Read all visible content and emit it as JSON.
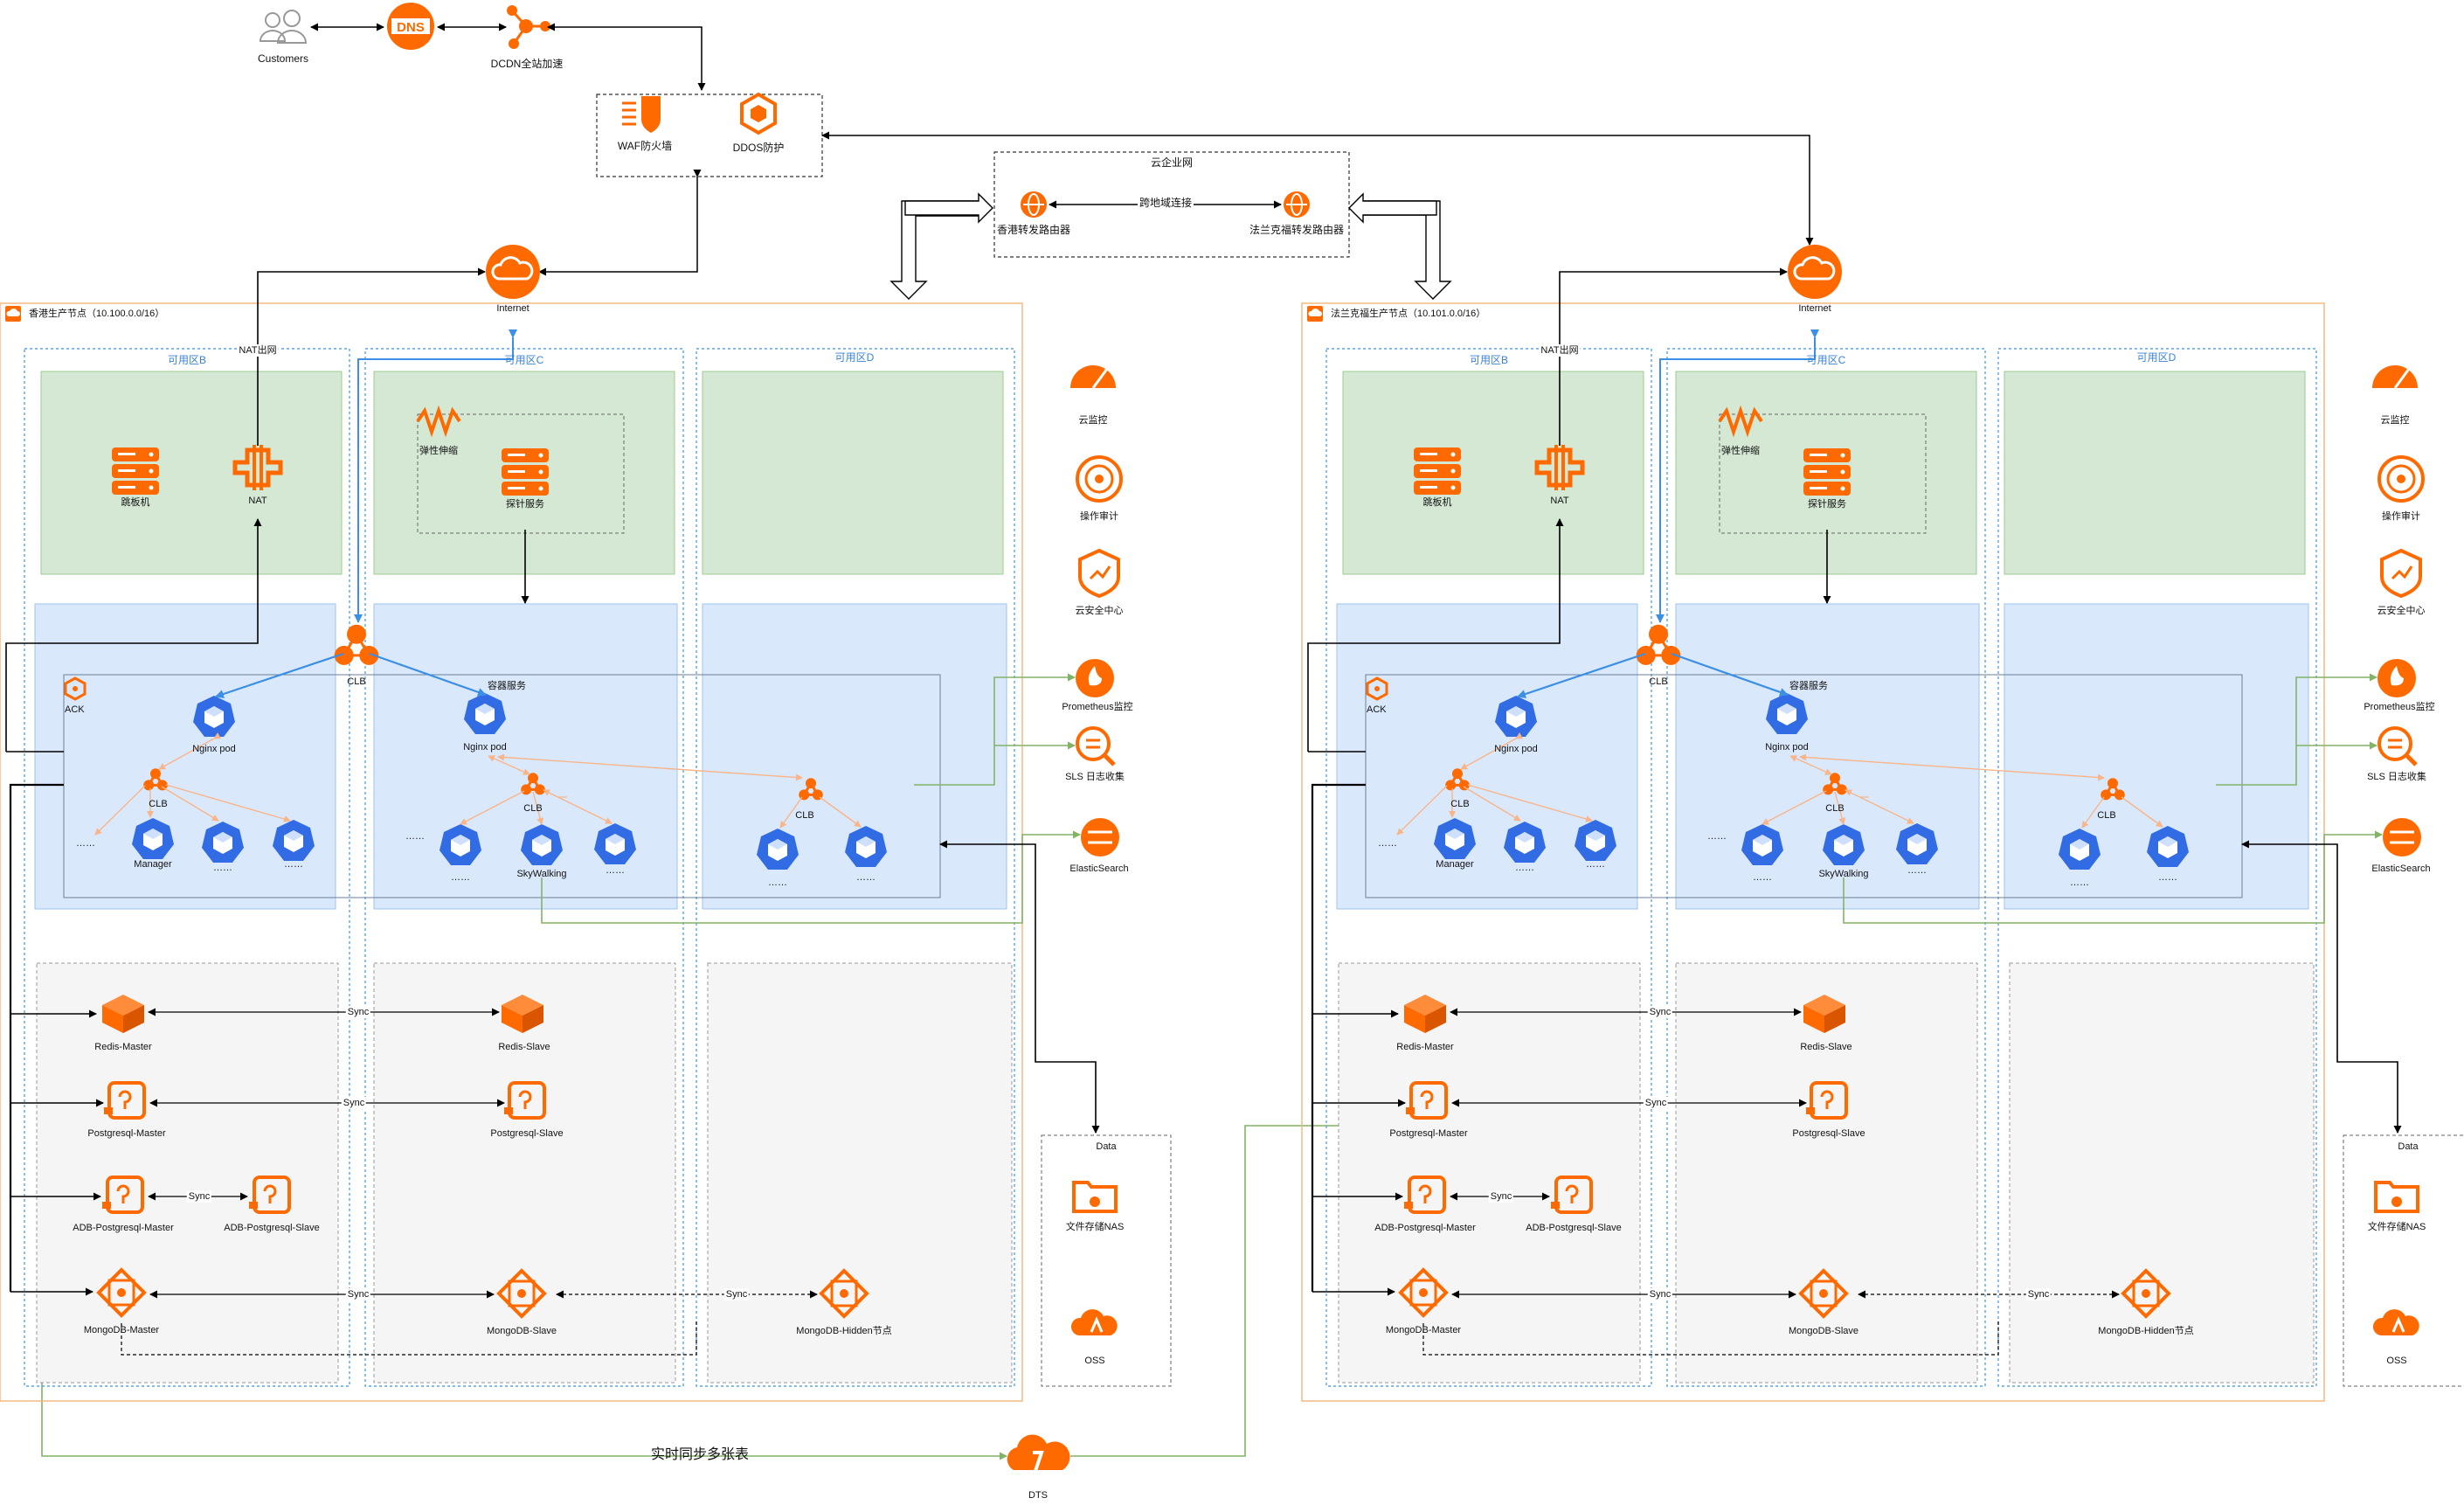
{
  "top": {
    "customers": "Customers",
    "dns": "DNS",
    "dcdn": "DCDN全站加速",
    "waf": "WAF防火墙",
    "ddos": "DDOS防护"
  },
  "cen": {
    "title": "云企业网",
    "hk_router": "香港转发路由器",
    "fra_router": "法兰克福转发路由器",
    "link": "跨地域连接"
  },
  "dts": {
    "label": "DTS",
    "sync_label": "实时同步多张表"
  },
  "regions": [
    {
      "title": "香港生产节点（10.100.0.0/16）",
      "internet": "Internet",
      "nat_out": "NAT出网",
      "zone_b": "可用区B",
      "zone_c": "可用区C",
      "zone_d": "可用区D",
      "jump": "跳板机",
      "nat": "NAT",
      "elastic": "弹性伸缩",
      "probe": "探针服务",
      "clb": "CLB",
      "ack": "ACK",
      "container": "容器服务",
      "nginx": "Nginx pod",
      "manager": "Manager",
      "skywalking": "SkyWalking",
      "dots": "……",
      "redis_master": "Redis-Master",
      "redis_slave": "Redis-Slave",
      "pg_master": "Postgresql-Master",
      "pg_slave": "Postgresql-Slave",
      "adb_master": "ADB-Postgresql-Master",
      "adb_slave": "ADB-Postgresql-Slave",
      "mongo_master": "MongoDB-Master",
      "mongo_slave": "MongoDB-Slave",
      "mongo_hidden": "MongoDB-Hidden节点",
      "sync": "Sync",
      "svc_monitor": "云监控",
      "svc_audit": "操作审计",
      "svc_security": "云安全中心",
      "svc_prometheus": "Prometheus监控",
      "svc_sls": "SLS 日志收集",
      "svc_es": "ElasticSearch",
      "data_title": "Data",
      "nas": "文件存储NAS",
      "oss": "OSS"
    },
    {
      "title": "法兰克福生产节点（10.101.0.0/16）",
      "internet": "Internet",
      "nat_out": "NAT出网",
      "zone_b": "可用区B",
      "zone_c": "可用区C",
      "zone_d": "可用区D",
      "jump": "跳板机",
      "nat": "NAT",
      "elastic": "弹性伸缩",
      "probe": "探针服务",
      "clb": "CLB",
      "ack": "ACK",
      "container": "容器服务",
      "nginx": "Nginx pod",
      "manager": "Manager",
      "skywalking": "SkyWalking",
      "dots": "……",
      "redis_master": "Redis-Master",
      "redis_slave": "Redis-Slave",
      "pg_master": "Postgresql-Master",
      "pg_slave": "Postgresql-Slave",
      "adb_master": "ADB-Postgresql-Master",
      "adb_slave": "ADB-Postgresql-Slave",
      "mongo_master": "MongoDB-Master",
      "mongo_slave": "MongoDB-Slave",
      "mongo_hidden": "MongoDB-Hidden节点",
      "sync": "Sync",
      "svc_monitor": "云监控",
      "svc_audit": "操作审计",
      "svc_security": "云安全中心",
      "svc_prometheus": "Prometheus监控",
      "svc_sls": "SLS 日志收集",
      "svc_es": "ElasticSearch",
      "data_title": "Data",
      "nas": "文件存储NAS",
      "oss": "OSS"
    }
  ],
  "colors": {
    "orange": "#ff6a00",
    "k8s_blue": "#326ce5",
    "region_border": "#f5b37a",
    "zone_border": "#5aa6e6",
    "green_box": "#d5e8d4",
    "blue_box": "#dae8fc",
    "grey_box": "#f5f5f5",
    "blue_line": "#3b8fe4",
    "green_line": "#82b366",
    "orange_line": "#f8b58a"
  }
}
